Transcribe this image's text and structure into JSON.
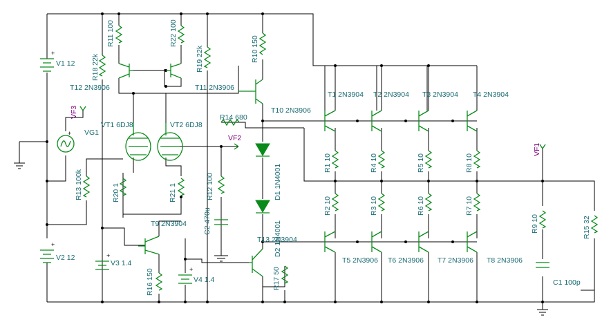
{
  "circuit": {
    "components": [
      {
        "ref": "V1",
        "value": "12",
        "label": "V1 12"
      },
      {
        "ref": "V2",
        "value": "12",
        "label": "V2 12"
      },
      {
        "ref": "V3",
        "value": "1.4",
        "label": "V3 1.4"
      },
      {
        "ref": "V4",
        "value": "1.4",
        "label": "V4 1.4"
      },
      {
        "ref": "VG1",
        "value": "",
        "label": "VG1"
      },
      {
        "ref": "VT1",
        "value": "6DJ8",
        "label": "VT1 6DJ8"
      },
      {
        "ref": "VT2",
        "value": "6DJ8",
        "label": "VT2 6DJ8"
      },
      {
        "ref": "R11",
        "value": "100",
        "label": "R11 100"
      },
      {
        "ref": "R22",
        "value": "100",
        "label": "R22 100"
      },
      {
        "ref": "R18",
        "value": "22k",
        "label": "R18 22k"
      },
      {
        "ref": "R19",
        "value": "22k",
        "label": "R19 22k"
      },
      {
        "ref": "R10",
        "value": "150",
        "label": "R10 150"
      },
      {
        "ref": "R14",
        "value": "680",
        "label": "R14 680"
      },
      {
        "ref": "R13",
        "value": "100k",
        "label": "R13 100k"
      },
      {
        "ref": "R20",
        "value": "1",
        "label": "R20 1"
      },
      {
        "ref": "R21",
        "value": "1",
        "label": "R21 1"
      },
      {
        "ref": "R12",
        "value": "100",
        "label": "R12 100"
      },
      {
        "ref": "C2",
        "value": "470u",
        "label": "C2 470u"
      },
      {
        "ref": "R16",
        "value": "150",
        "label": "R16 150"
      },
      {
        "ref": "R17",
        "value": "50",
        "label": "R17 50"
      },
      {
        "ref": "D1",
        "value": "1N4001",
        "label": "D1 1N4001"
      },
      {
        "ref": "D2",
        "value": "1N4001",
        "label": "D2 1N4001"
      },
      {
        "ref": "T12",
        "value": "2N3906",
        "label": "T12 2N3906"
      },
      {
        "ref": "T11",
        "value": "2N3906",
        "label": "T11 2N3906"
      },
      {
        "ref": "T10",
        "value": "2N3906",
        "label": "T10 2N3906"
      },
      {
        "ref": "T9",
        "value": "2N3904",
        "label": "T9 2N3904"
      },
      {
        "ref": "T13",
        "value": "2N3904",
        "label": "T13 2N3904"
      },
      {
        "ref": "T1",
        "value": "2N3904",
        "label": "T1 2N3904"
      },
      {
        "ref": "T2",
        "value": "2N3904",
        "label": "T2 2N3904"
      },
      {
        "ref": "T3",
        "value": "2N3904",
        "label": "T3 2N3904"
      },
      {
        "ref": "T4",
        "value": "2N3904",
        "label": "T4 2N3904"
      },
      {
        "ref": "T5",
        "value": "2N3906",
        "label": "T5 2N3906"
      },
      {
        "ref": "T6",
        "value": "2N3906",
        "label": "T6 2N3906"
      },
      {
        "ref": "T7",
        "value": "2N3906",
        "label": "T7 2N3906"
      },
      {
        "ref": "T8",
        "value": "2N3906",
        "label": "T8 2N3906"
      },
      {
        "ref": "R1",
        "value": "10",
        "label": "R1 10"
      },
      {
        "ref": "R4",
        "value": "10",
        "label": "R4 10"
      },
      {
        "ref": "R5",
        "value": "10",
        "label": "R5 10"
      },
      {
        "ref": "R8",
        "value": "10",
        "label": "R8 10"
      },
      {
        "ref": "R2",
        "value": "10",
        "label": "R2 10"
      },
      {
        "ref": "R3",
        "value": "10",
        "label": "R3 10"
      },
      {
        "ref": "R6",
        "value": "10",
        "label": "R6 10"
      },
      {
        "ref": "R7",
        "value": "10",
        "label": "R7 10"
      },
      {
        "ref": "R9",
        "value": "10",
        "label": "R9 10"
      },
      {
        "ref": "C1",
        "value": "100p",
        "label": "C1 100p"
      },
      {
        "ref": "R15",
        "value": "32",
        "label": "R15 32"
      }
    ],
    "probes": {
      "vf1": "VF1",
      "vf2": "VF2",
      "vf3": "VF3"
    },
    "polarity_mark": "+",
    "colors": {
      "wire": "#000000",
      "component": "#0a8a1a",
      "label": "#1a6b73",
      "probe": "#800080"
    }
  }
}
